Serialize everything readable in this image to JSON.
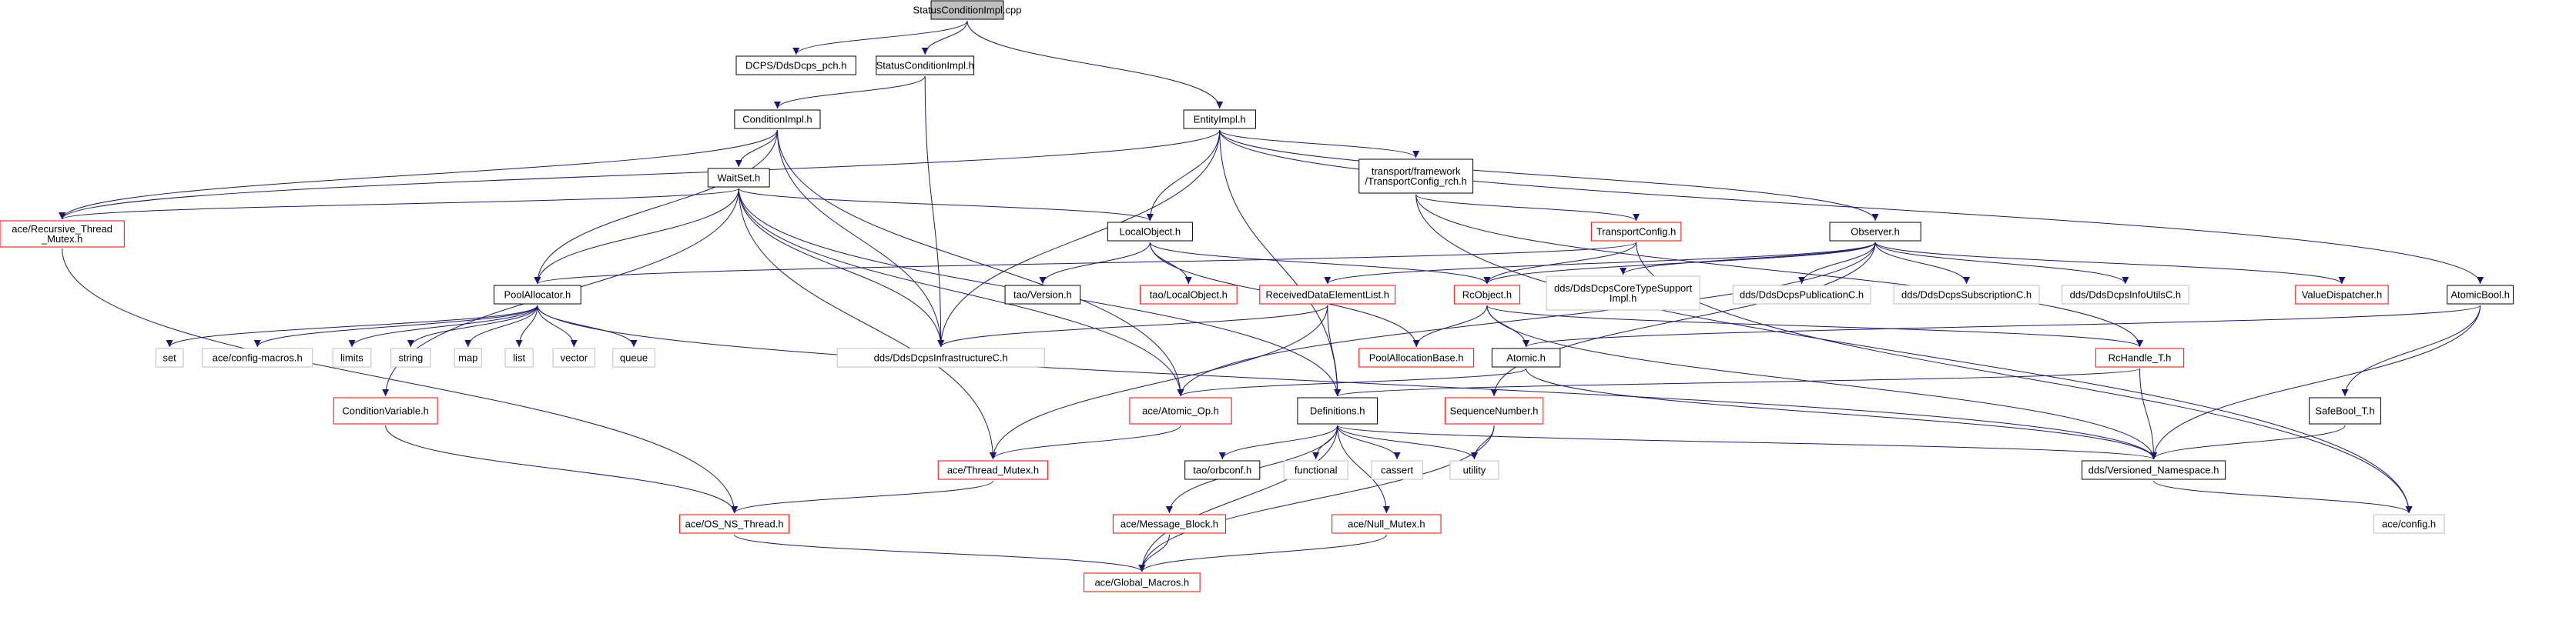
{
  "graph": {
    "nodes": [
      {
        "id": "root",
        "label": [
          "StatusConditionImpl.cpp"
        ],
        "style": "root"
      },
      {
        "id": "dcpspch",
        "label": [
          "DCPS/DdsDcps_pch.h"
        ],
        "style": "normal"
      },
      {
        "id": "sciimpl_h",
        "label": [
          "StatusConditionImpl.h"
        ],
        "style": "normal"
      },
      {
        "id": "entityimpl",
        "label": [
          "EntityImpl.h"
        ],
        "style": "normal"
      },
      {
        "id": "condimpl",
        "label": [
          "ConditionImpl.h"
        ],
        "style": "normal"
      },
      {
        "id": "waitset",
        "label": [
          "WaitSet.h"
        ],
        "style": "normal"
      },
      {
        "id": "recmutex",
        "label": [
          "ace/Recursive_Thread",
          "_Mutex.h"
        ],
        "style": "red"
      },
      {
        "id": "transrch",
        "label": [
          "transport/framework",
          "/TransportConfig_rch.h"
        ],
        "style": "normal"
      },
      {
        "id": "transcfg",
        "label": [
          "TransportConfig.h"
        ],
        "style": "red"
      },
      {
        "id": "observer",
        "label": [
          "Observer.h"
        ],
        "style": "normal"
      },
      {
        "id": "localobj",
        "label": [
          "LocalObject.h"
        ],
        "style": "normal"
      },
      {
        "id": "poolalloc",
        "label": [
          "PoolAllocator.h"
        ],
        "style": "normal"
      },
      {
        "id": "rdel",
        "label": [
          "ReceivedDataElementList.h"
        ],
        "style": "red"
      },
      {
        "id": "rcobject",
        "label": [
          "RcObject.h"
        ],
        "style": "red"
      },
      {
        "id": "taoversion",
        "label": [
          "tao/Version.h"
        ],
        "style": "normal"
      },
      {
        "id": "taolocal",
        "label": [
          "tao/LocalObject.h"
        ],
        "style": "red"
      },
      {
        "id": "coretype",
        "label": [
          "dds/DdsDcpsCoreTypeSupport",
          "Impl.h"
        ],
        "style": "gray"
      },
      {
        "id": "pubc",
        "label": [
          "dds/DdsDcpsPublicationC.h"
        ],
        "style": "gray"
      },
      {
        "id": "subc",
        "label": [
          "dds/DdsDcpsSubscriptionC.h"
        ],
        "style": "gray"
      },
      {
        "id": "infoutils",
        "label": [
          "dds/DdsDcpsInfoUtilsC.h"
        ],
        "style": "gray"
      },
      {
        "id": "valuedisp",
        "label": [
          "ValueDispatcher.h"
        ],
        "style": "red"
      },
      {
        "id": "atomicbool",
        "label": [
          "AtomicBool.h"
        ],
        "style": "normal"
      },
      {
        "id": "set",
        "label": [
          "set"
        ],
        "style": "gray"
      },
      {
        "id": "cfgmacros",
        "label": [
          "ace/config-macros.h"
        ],
        "style": "gray"
      },
      {
        "id": "limits",
        "label": [
          "limits"
        ],
        "style": "gray"
      },
      {
        "id": "string",
        "label": [
          "string"
        ],
        "style": "gray"
      },
      {
        "id": "map",
        "label": [
          "map"
        ],
        "style": "gray"
      },
      {
        "id": "list",
        "label": [
          "list"
        ],
        "style": "gray"
      },
      {
        "id": "vector",
        "label": [
          "vector"
        ],
        "style": "gray"
      },
      {
        "id": "queue",
        "label": [
          "queue"
        ],
        "style": "gray"
      },
      {
        "id": "infra",
        "label": [
          "dds/DdsDcpsInfrastructureC.h"
        ],
        "style": "gray"
      },
      {
        "id": "poolbase",
        "label": [
          "PoolAllocationBase.h"
        ],
        "style": "red"
      },
      {
        "id": "atomic",
        "label": [
          "Atomic.h"
        ],
        "style": "normal"
      },
      {
        "id": "rchandle",
        "label": [
          "RcHandle_T.h"
        ],
        "style": "red"
      },
      {
        "id": "condvar",
        "label": [
          "ConditionVariable.h"
        ],
        "style": "red"
      },
      {
        "id": "atomicop",
        "label": [
          "ace/Atomic_Op.h"
        ],
        "style": "red"
      },
      {
        "id": "defs",
        "label": [
          "Definitions.h"
        ],
        "style": "normal"
      },
      {
        "id": "seqnum",
        "label": [
          "SequenceNumber.h"
        ],
        "style": "red"
      },
      {
        "id": "safebool",
        "label": [
          "SafeBool_T.h"
        ],
        "style": "normal"
      },
      {
        "id": "threadmutex",
        "label": [
          "ace/Thread_Mutex.h"
        ],
        "style": "red"
      },
      {
        "id": "orbconf",
        "label": [
          "tao/orbconf.h"
        ],
        "style": "normal"
      },
      {
        "id": "functional",
        "label": [
          "functional"
        ],
        "style": "gray"
      },
      {
        "id": "cassert",
        "label": [
          "cassert"
        ],
        "style": "gray"
      },
      {
        "id": "utility",
        "label": [
          "utility"
        ],
        "style": "gray"
      },
      {
        "id": "versioned",
        "label": [
          "dds/Versioned_Namespace.h"
        ],
        "style": "normal"
      },
      {
        "id": "osns",
        "label": [
          "ace/OS_NS_Thread.h"
        ],
        "style": "red"
      },
      {
        "id": "msgblock",
        "label": [
          "ace/Message_Block.h"
        ],
        "style": "red"
      },
      {
        "id": "nullmutex",
        "label": [
          "ace/Null_Mutex.h"
        ],
        "style": "red"
      },
      {
        "id": "aceconfig",
        "label": [
          "ace/config.h"
        ],
        "style": "gray"
      },
      {
        "id": "globalmacros",
        "label": [
          "ace/Global_Macros.h"
        ],
        "style": "red"
      }
    ],
    "edges": [
      [
        "root",
        "dcpspch"
      ],
      [
        "root",
        "sciimpl_h"
      ],
      [
        "root",
        "entityimpl"
      ],
      [
        "sciimpl_h",
        "condimpl"
      ],
      [
        "sciimpl_h",
        "infra"
      ],
      [
        "condimpl",
        "waitset"
      ],
      [
        "condimpl",
        "recmutex"
      ],
      [
        "condimpl",
        "poolalloc"
      ],
      [
        "condimpl",
        "infra"
      ],
      [
        "condimpl",
        "atomicop"
      ],
      [
        "waitset",
        "recmutex"
      ],
      [
        "waitset",
        "poolalloc"
      ],
      [
        "waitset",
        "localobj"
      ],
      [
        "waitset",
        "infra"
      ],
      [
        "waitset",
        "condvar"
      ],
      [
        "waitset",
        "threadmutex"
      ],
      [
        "waitset",
        "atomicop"
      ],
      [
        "waitset",
        "defs"
      ],
      [
        "recmutex",
        "osns"
      ],
      [
        "entityimpl",
        "recmutex"
      ],
      [
        "entityimpl",
        "localobj"
      ],
      [
        "entityimpl",
        "infra"
      ],
      [
        "entityimpl",
        "defs"
      ],
      [
        "entityimpl",
        "transrch"
      ],
      [
        "entityimpl",
        "observer"
      ],
      [
        "entityimpl",
        "atomicbool"
      ],
      [
        "transrch",
        "transcfg"
      ],
      [
        "transrch",
        "rchandle"
      ],
      [
        "transrch",
        "aceconfig"
      ],
      [
        "transcfg",
        "poolalloc"
      ],
      [
        "transcfg",
        "rcobject"
      ],
      [
        "transcfg",
        "aceconfig"
      ],
      [
        "observer",
        "rdel"
      ],
      [
        "observer",
        "rcobject"
      ],
      [
        "observer",
        "coretype"
      ],
      [
        "observer",
        "pubc"
      ],
      [
        "observer",
        "subc"
      ],
      [
        "observer",
        "infoutils"
      ],
      [
        "observer",
        "valuedisp"
      ],
      [
        "observer",
        "atomicop"
      ],
      [
        "observer",
        "seqnum"
      ],
      [
        "localobj",
        "taoversion"
      ],
      [
        "localobj",
        "taolocal"
      ],
      [
        "localobj",
        "rcobject"
      ],
      [
        "localobj",
        "poolbase"
      ],
      [
        "poolalloc",
        "set"
      ],
      [
        "poolalloc",
        "cfgmacros"
      ],
      [
        "poolalloc",
        "limits"
      ],
      [
        "poolalloc",
        "string"
      ],
      [
        "poolalloc",
        "map"
      ],
      [
        "poolalloc",
        "list"
      ],
      [
        "poolalloc",
        "vector"
      ],
      [
        "poolalloc",
        "queue"
      ],
      [
        "poolalloc",
        "versioned"
      ],
      [
        "rdel",
        "infra"
      ],
      [
        "rdel",
        "defs"
      ],
      [
        "rdel",
        "threadmutex"
      ],
      [
        "rcobject",
        "poolbase"
      ],
      [
        "rcobject",
        "atomic"
      ],
      [
        "rcobject",
        "rchandle"
      ],
      [
        "rcobject",
        "versioned"
      ],
      [
        "atomic",
        "atomicop"
      ],
      [
        "atomic",
        "versioned"
      ],
      [
        "rchandle",
        "defs"
      ],
      [
        "rchandle",
        "versioned"
      ],
      [
        "atomicbool",
        "atomic"
      ],
      [
        "atomicbool",
        "safebool"
      ],
      [
        "atomicbool",
        "versioned"
      ],
      [
        "safebool",
        "versioned"
      ],
      [
        "condvar",
        "osns"
      ],
      [
        "atomicop",
        "threadmutex"
      ],
      [
        "defs",
        "orbconf"
      ],
      [
        "defs",
        "functional"
      ],
      [
        "defs",
        "cassert"
      ],
      [
        "defs",
        "utility"
      ],
      [
        "defs",
        "versioned"
      ],
      [
        "defs",
        "msgblock"
      ],
      [
        "defs",
        "nullmutex"
      ],
      [
        "defs",
        "globalmacros"
      ],
      [
        "seqnum",
        "utility"
      ],
      [
        "seqnum",
        "globalmacros"
      ],
      [
        "threadmutex",
        "osns"
      ],
      [
        "osns",
        "globalmacros"
      ],
      [
        "msgblock",
        "globalmacros"
      ],
      [
        "nullmutex",
        "globalmacros"
      ],
      [
        "versioned",
        "aceconfig"
      ]
    ]
  },
  "colors": {
    "edge": "#191970",
    "normal_border": "#000000",
    "red_border": "#ff0000",
    "gray_border": "#bfbfbf",
    "root_fill": "#bfbfbf",
    "node_fill": "#ffffff"
  }
}
